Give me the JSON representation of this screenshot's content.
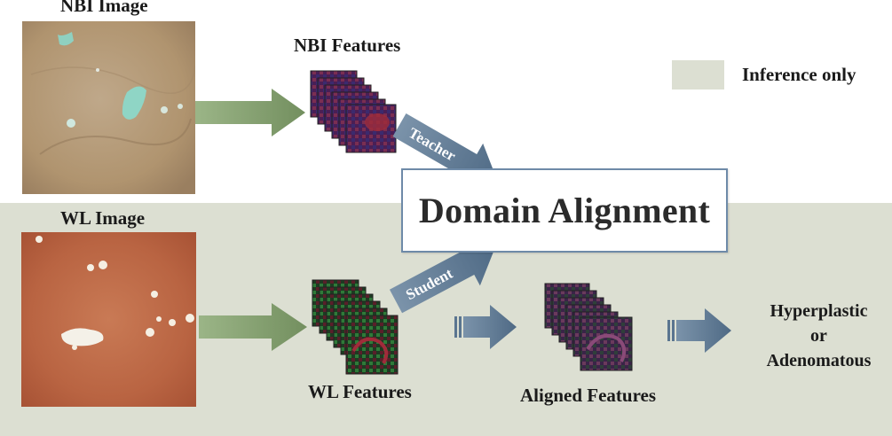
{
  "labels": {
    "nbi_image": "NBI Image",
    "wl_image": "WL Image",
    "nbi_features": "NBI Features",
    "wl_features": "WL Features",
    "aligned_features": "Aligned Features",
    "domain_alignment": "Domain Alignment",
    "teacher": "Teacher",
    "student": "Student"
  },
  "legend": {
    "text": "Inference only",
    "color": "#dcdfd2"
  },
  "outcome": {
    "line1": "Hyperplastic",
    "line2": "or",
    "line3": "Adenomatous"
  },
  "colors": {
    "green_arrow": "#7f9b6b",
    "blue_arrow": "#5a7590",
    "box_border": "#6e8aa8"
  }
}
